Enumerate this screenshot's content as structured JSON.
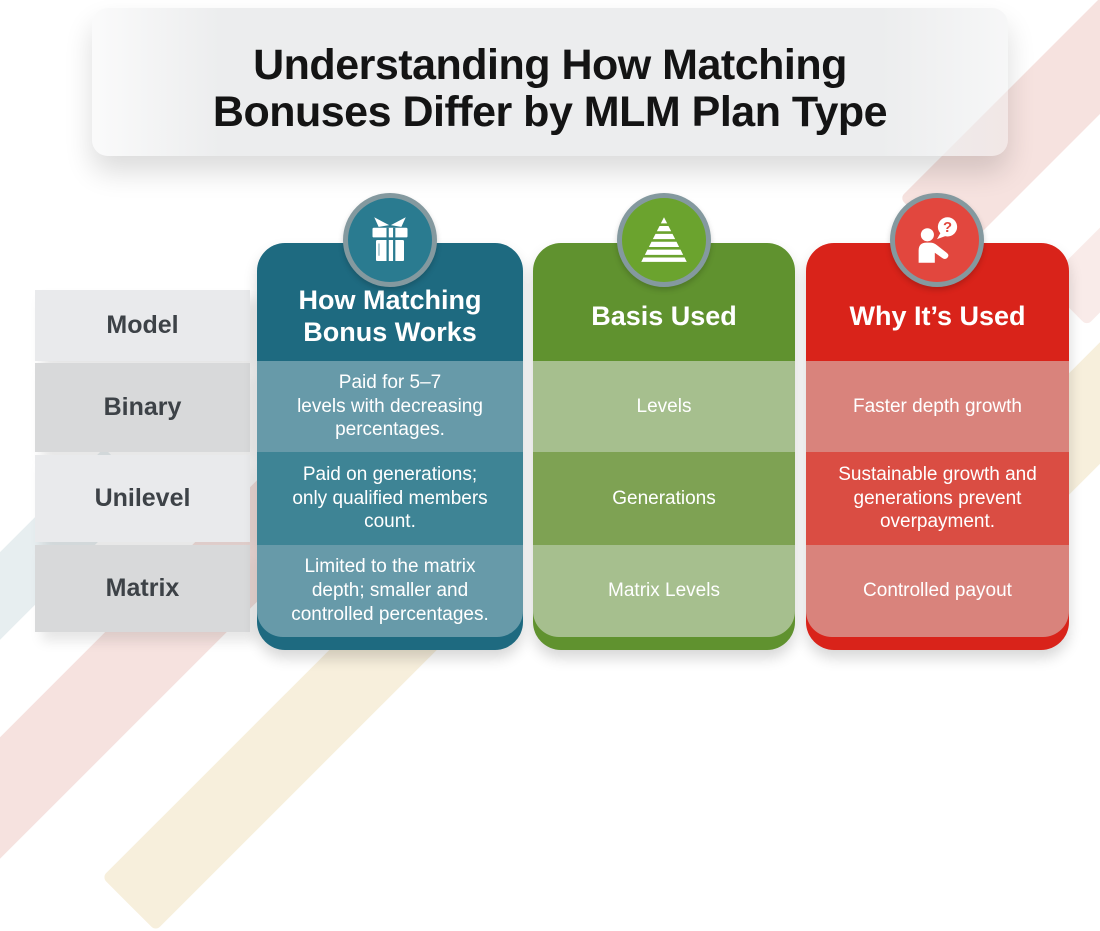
{
  "title": {
    "text": "Understanding How Matching\nBonuses Differ by MLM Plan Type"
  },
  "row_labels": {
    "header": "Model",
    "items": [
      "Binary",
      "Unilevel",
      "Matrix"
    ]
  },
  "columns": [
    {
      "header": "How Matching\nBonus Works",
      "icon": "gift-icon",
      "rows": [
        "Paid for 5–7\nlevels with decreasing\npercentages.",
        "Paid on generations;\nonly qualified members\ncount.",
        "Limited to the matrix\ndepth; smaller and\ncontrolled percentages."
      ]
    },
    {
      "header": "Basis Used",
      "icon": "pyramid-icon",
      "rows": [
        "Levels",
        "Generations",
        "Matrix Levels"
      ]
    },
    {
      "header": "Why It’s Used",
      "icon": "person-question-icon",
      "rows": [
        "Faster depth growth",
        "Sustainable growth and\ngenerations prevent\noverpayment.",
        "Controlled payout"
      ]
    }
  ],
  "icons": {
    "question_mark": "?"
  },
  "palette": {
    "teal": "#1E6A80",
    "teal_row_light": "#679AA9",
    "teal_row_dark": "#3E8495",
    "green": "#60922F",
    "green_row_light": "#A6BF8E",
    "green_row_dark": "#7EA253",
    "red": "#D9231A",
    "red_row_light": "#D9837C",
    "red_row_dark": "#DA4D43",
    "label_light": "#E9EAEC",
    "label_dark": "#D8D9DA",
    "label_text": "#3D4247",
    "title_text": "#141414",
    "icon_ring": "#84999F",
    "banner": "#ECEDEE",
    "stripe_pink": "#F6E2DF",
    "stripe_cream": "#F7EFDC",
    "stripe_teal": "#E7EEF0"
  }
}
